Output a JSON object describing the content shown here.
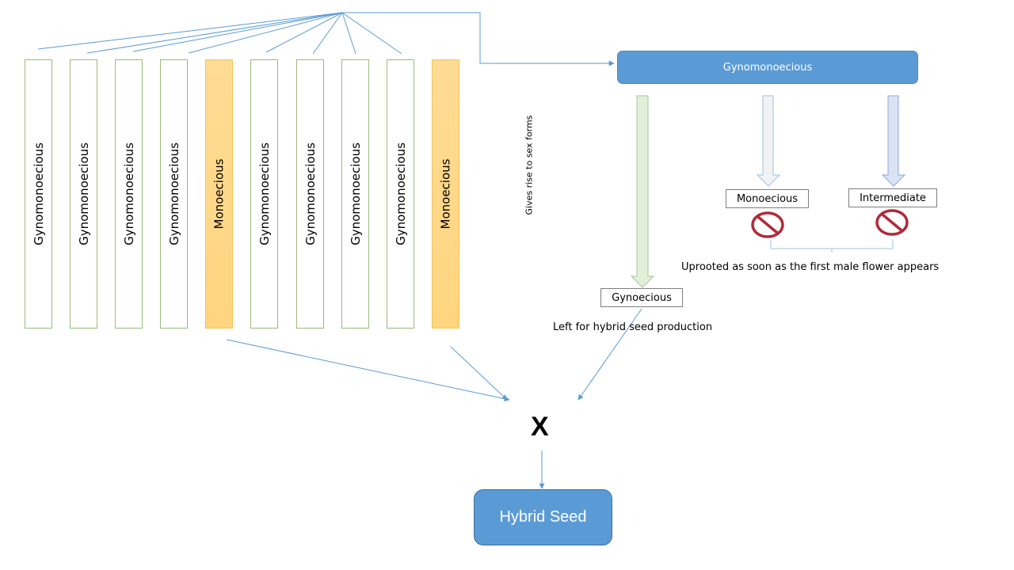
{
  "plants": [
    {
      "label": "Gynomonoecious",
      "type": "gynomonoecious"
    },
    {
      "label": "Gynomonoecious",
      "type": "gynomonoecious"
    },
    {
      "label": "Gynomonoecious",
      "type": "gynomonoecious"
    },
    {
      "label": "Gynomonoecious",
      "type": "gynomonoecious"
    },
    {
      "label": "Monoecious",
      "type": "monoecious"
    },
    {
      "label": "Gynomonoecious",
      "type": "gynomonoecious"
    },
    {
      "label": "Gynomonoecious",
      "type": "gynomonoecious"
    },
    {
      "label": "Gynomonoecious",
      "type": "gynomonoecious"
    },
    {
      "label": "Gynomonoecious",
      "type": "gynomonoecious"
    },
    {
      "label": "Monoecious",
      "type": "monoecious"
    }
  ],
  "parent": {
    "label": "Gynomonoecious"
  },
  "gives_rise_label": "Gives rise to sex forms",
  "sex_forms": {
    "gynoecious": {
      "label": "Gynoecious",
      "note": "Left for hybrid seed production"
    },
    "monoecious": {
      "label": "Monoecious"
    },
    "intermediate": {
      "label": "Intermediate"
    },
    "removed_note": "Uprooted as soon as the first male flower appears"
  },
  "cross_symbol": "X",
  "result": {
    "label": "Hybrid Seed"
  },
  "colors": {
    "accent_blue": "#5b9bd5",
    "gyno_border": "#9bbb7a",
    "mono_fill": "#ffd57f",
    "prohibit_red": "#b02a3a"
  }
}
